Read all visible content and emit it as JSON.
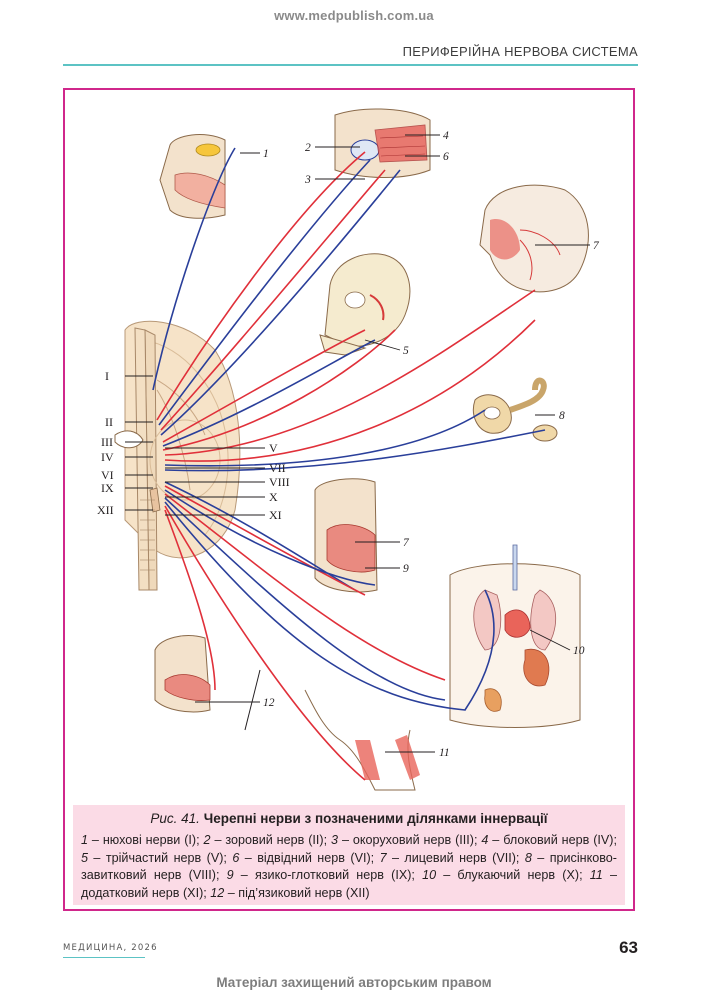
{
  "header": {
    "site_url": "www.medpublish.com.ua",
    "section_title": "ПЕРИФЕРІЙНА НЕРВОВА СИСТЕМА"
  },
  "figure": {
    "number": "Рис. 41.",
    "title": "Черепні нерви з позначеними ділянками іннервації",
    "roman_labels": [
      "I",
      "II",
      "III",
      "IV",
      "V",
      "VI",
      "VII",
      "VIII",
      "IX",
      "X",
      "XI",
      "XII"
    ],
    "number_labels": [
      "1",
      "2",
      "3",
      "4",
      "5",
      "6",
      "7",
      "7",
      "8",
      "9",
      "10",
      "11",
      "12"
    ],
    "legend": [
      {
        "num": "1",
        "text": " – нюхові нерви (I); "
      },
      {
        "num": "2",
        "text": " – зоровий нерв (II); "
      },
      {
        "num": "3",
        "text": " – окоруховий нерв (III); "
      },
      {
        "num": "4",
        "text": " – блоковий нерв (IV); "
      },
      {
        "num": "5",
        "text": " – трійчастий нерв (V); "
      },
      {
        "num": "6",
        "text": " – відвідний нерв (VI); "
      },
      {
        "num": "7",
        "text": " – лицевий нерв (VII); "
      },
      {
        "num": "8",
        "text": " – присінково-завит­ковий нерв (VIII); "
      },
      {
        "num": "9",
        "text": " – язико-глотковий нерв (IX); "
      },
      {
        "num": "10",
        "text": " – блукаючий нерв (X); "
      },
      {
        "num": "11",
        "text": " – додатковий нерв (XI); "
      },
      {
        "num": "12",
        "text": " – під’язиковий нерв (XII)"
      }
    ],
    "colors": {
      "frame": "#d0278b",
      "caption_bg": "#fbdbe6",
      "nerve_red": "#e0303a",
      "nerve_blue": "#2a3f9a",
      "rule": "#5cc3c4"
    }
  },
  "footer": {
    "publisher": "МЕДИЦИНА, 2026",
    "page_number": "63",
    "copyright": "Матеріал захищений авторським правом"
  }
}
